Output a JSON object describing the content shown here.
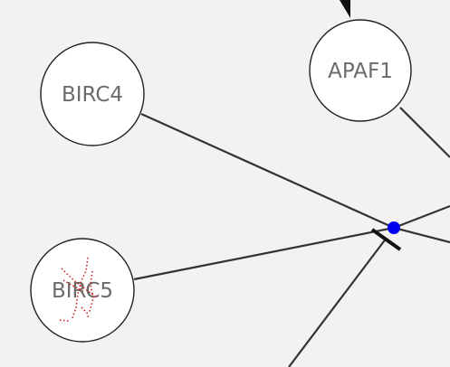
{
  "nodes": {
    "apaf1": {
      "label": "APAF1"
    },
    "birc4": {
      "label": "BIRC4"
    },
    "birc5": {
      "label": "BIRC5"
    }
  },
  "colors": {
    "junction": "#0000ee",
    "inhibition_bar": "#111111",
    "marker_dots": "#cc2222"
  }
}
